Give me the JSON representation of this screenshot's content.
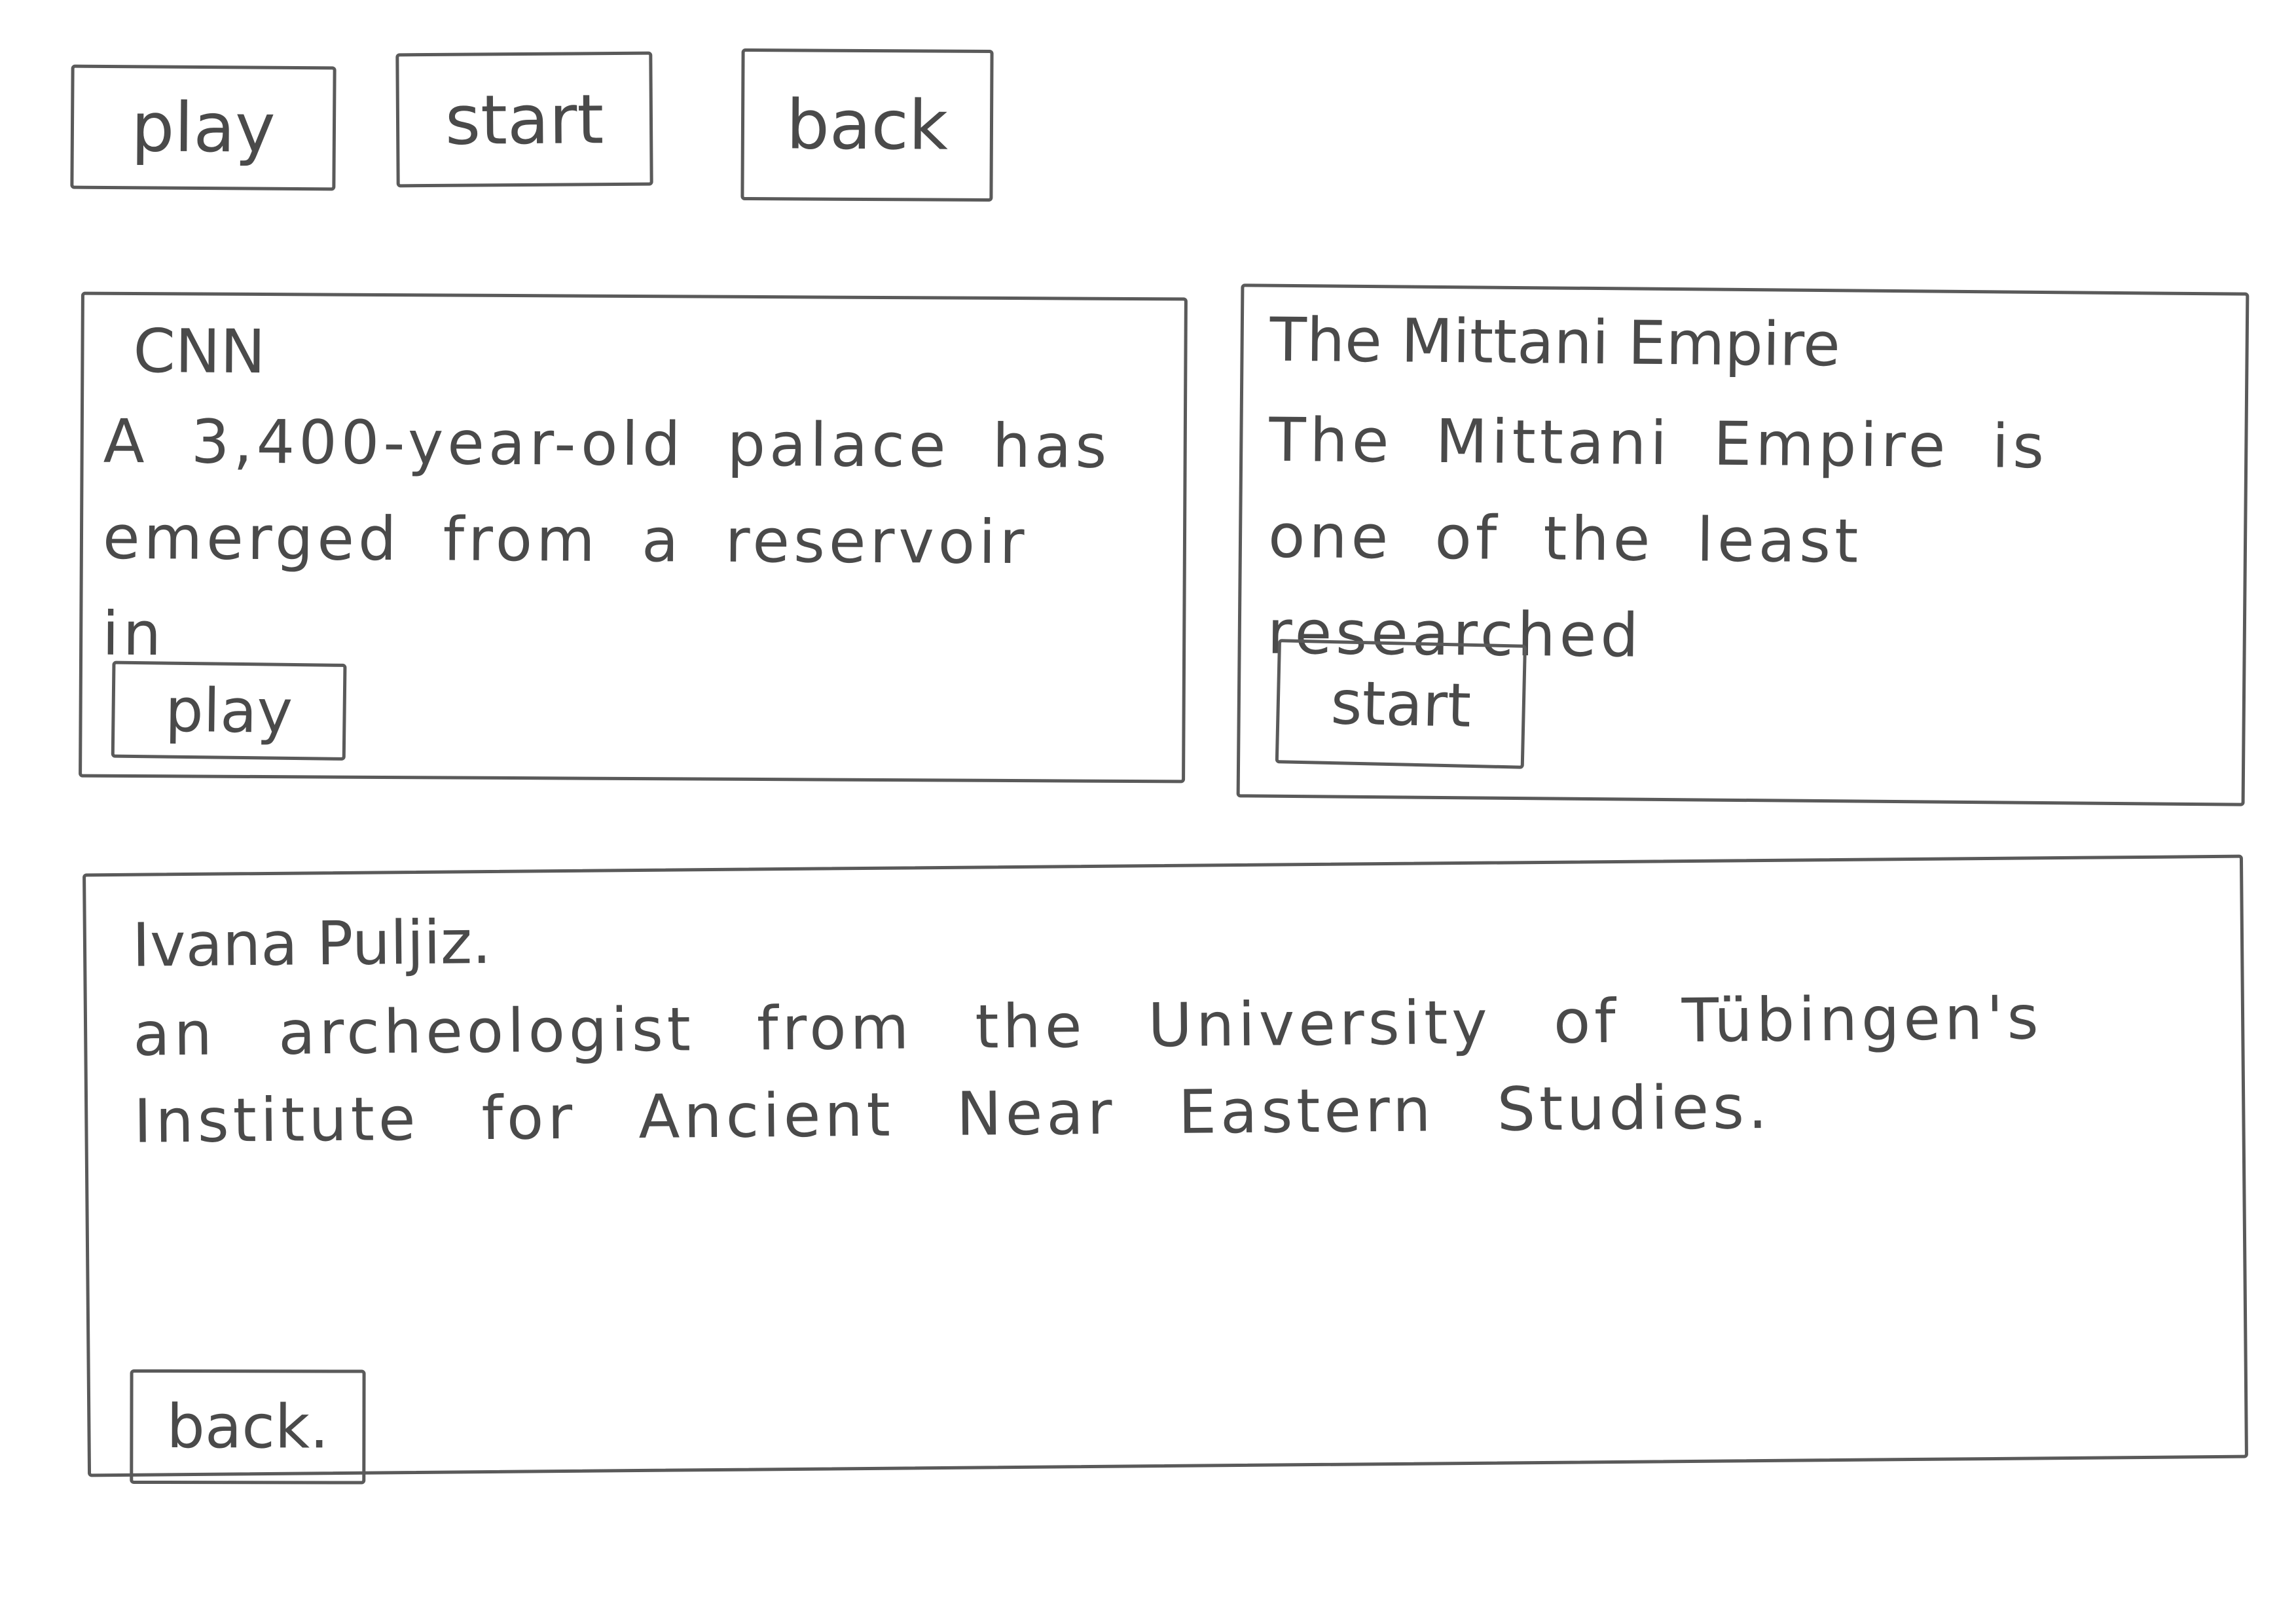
{
  "toolbar": {
    "play_label": "play",
    "start_label": "start",
    "back_label": "back"
  },
  "cards": {
    "cnn": {
      "source": "CNN",
      "body": "A 3,400-year-old palace has emerged from a reservoir in",
      "button_label": "play"
    },
    "mittani": {
      "title": "The Mittani Empire",
      "body": "The Mittani Empire is one of the least researched",
      "button_label": "start"
    },
    "ivana": {
      "name": "Ivana Puljiz.",
      "body": "an archeologist from the University of Tübingen's Institute for Ancient Near Eastern Studies.",
      "button_label": "back."
    }
  }
}
